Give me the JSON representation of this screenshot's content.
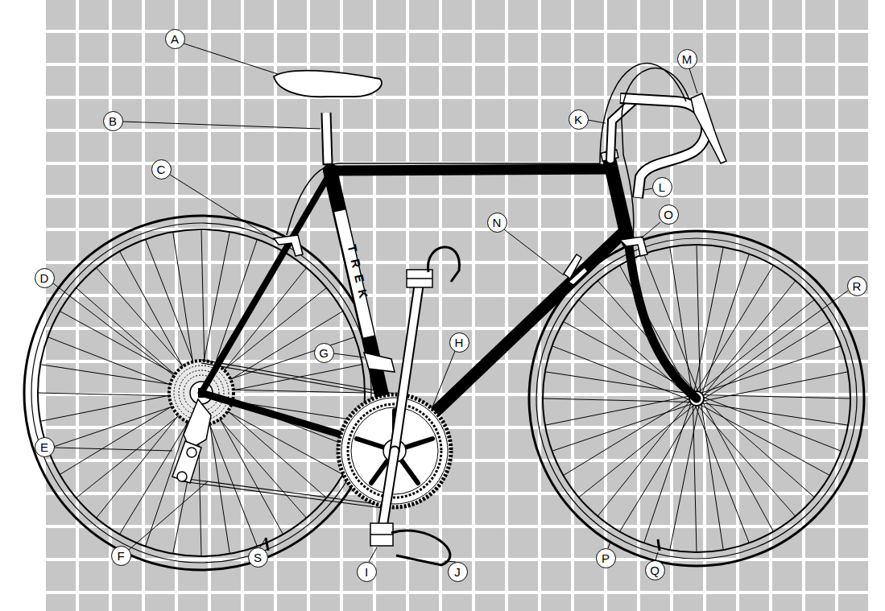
{
  "diagram": {
    "nodes": [
      {
        "text": [
          "A"
        ]
      },
      {
        "text": [
          "B"
        ]
      },
      {
        "text": [
          "C"
        ]
      },
      {
        "text": [
          "D"
        ]
      },
      {
        "text": [
          "E"
        ]
      },
      {
        "text": [
          "F"
        ]
      },
      {
        "text": [
          "G"
        ]
      },
      {
        "text": [
          "H"
        ]
      },
      {
        "text": [
          "I"
        ]
      },
      {
        "text": [
          "J"
        ]
      },
      {
        "text": [
          "K"
        ]
      },
      {
        "text": [
          "L"
        ]
      },
      {
        "text": [
          "M"
        ]
      },
      {
        "text": [
          "N"
        ]
      },
      {
        "text": [
          "O"
        ]
      },
      {
        "text": [
          "P"
        ]
      },
      {
        "text": [
          "Q"
        ]
      },
      {
        "text": [
          "R"
        ]
      },
      {
        "text": [
          "S"
        ]
      }
    ],
    "labels": [
      "TREK"
    ]
  }
}
